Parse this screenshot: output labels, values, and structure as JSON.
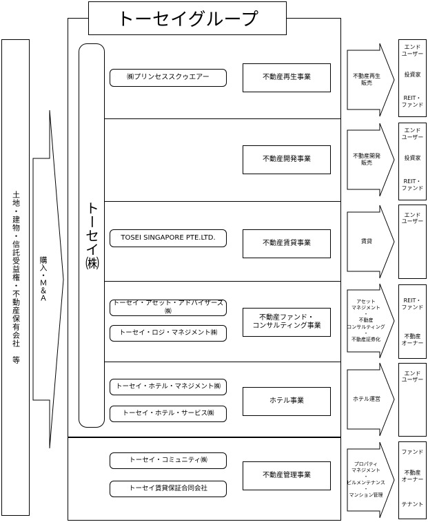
{
  "title": "トーセイグループ",
  "left_label": "土地・建物・信託受益権・不動産保有会社　等",
  "acquire_label": "購入・Ｍ＆Ａ",
  "core_company": "トーセイ㈱",
  "rows": [
    {
      "subsidiaries": [
        "㈱プリンセススクゥエアー"
      ],
      "business": "不動産再生事業",
      "output": "不動産再生\n販売",
      "customers": [
        "エンド\nユーザー",
        "投資家",
        "REIT・\nファンド"
      ]
    },
    {
      "subsidiaries": [],
      "business": "不動産開発事業",
      "output": "不動産開発\n販売",
      "customers": [
        "エンド\nユーザー",
        "投資家",
        "REIT・\nファンド"
      ]
    },
    {
      "subsidiaries": [
        "TOSEI SINGAPORE PTE.LTD."
      ],
      "business": "不動産賃貸事業",
      "output": "賃貸",
      "customers": [
        "エンド\nユーザー"
      ]
    },
    {
      "subsidiaries": [
        "トーセイ・アセット・アドバイザーズ㈱",
        "トーセイ・ロジ・マネジメント㈱"
      ],
      "business": "不動産ファンド・\nコンサルティング事業",
      "output": "アセット\nマネジメント\n・\n不動産\nコンサルティング\n・\n不動産証券化",
      "customers": [
        "REIT・\nファンド",
        "不動産\nオーナー"
      ]
    },
    {
      "subsidiaries": [
        "トーセイ・ホテル・マネジメント㈱",
        "トーセイ・ホテル・サービス㈱"
      ],
      "business": "ホテル事業",
      "output": "ホテル運営",
      "customers": [
        "エンド\nユーザー"
      ]
    },
    {
      "subsidiaries": [
        "トーセイ・コミュニティ㈱",
        "トーセイ賃貸保証合同会社"
      ],
      "business": "不動産管理事業",
      "output": "プロパティ\nマネジメント\n・\nビルメンテナンス\n・\nマンション管理",
      "customers": [
        "ファンド",
        "不動産\nオーナー",
        "テナント"
      ]
    }
  ]
}
